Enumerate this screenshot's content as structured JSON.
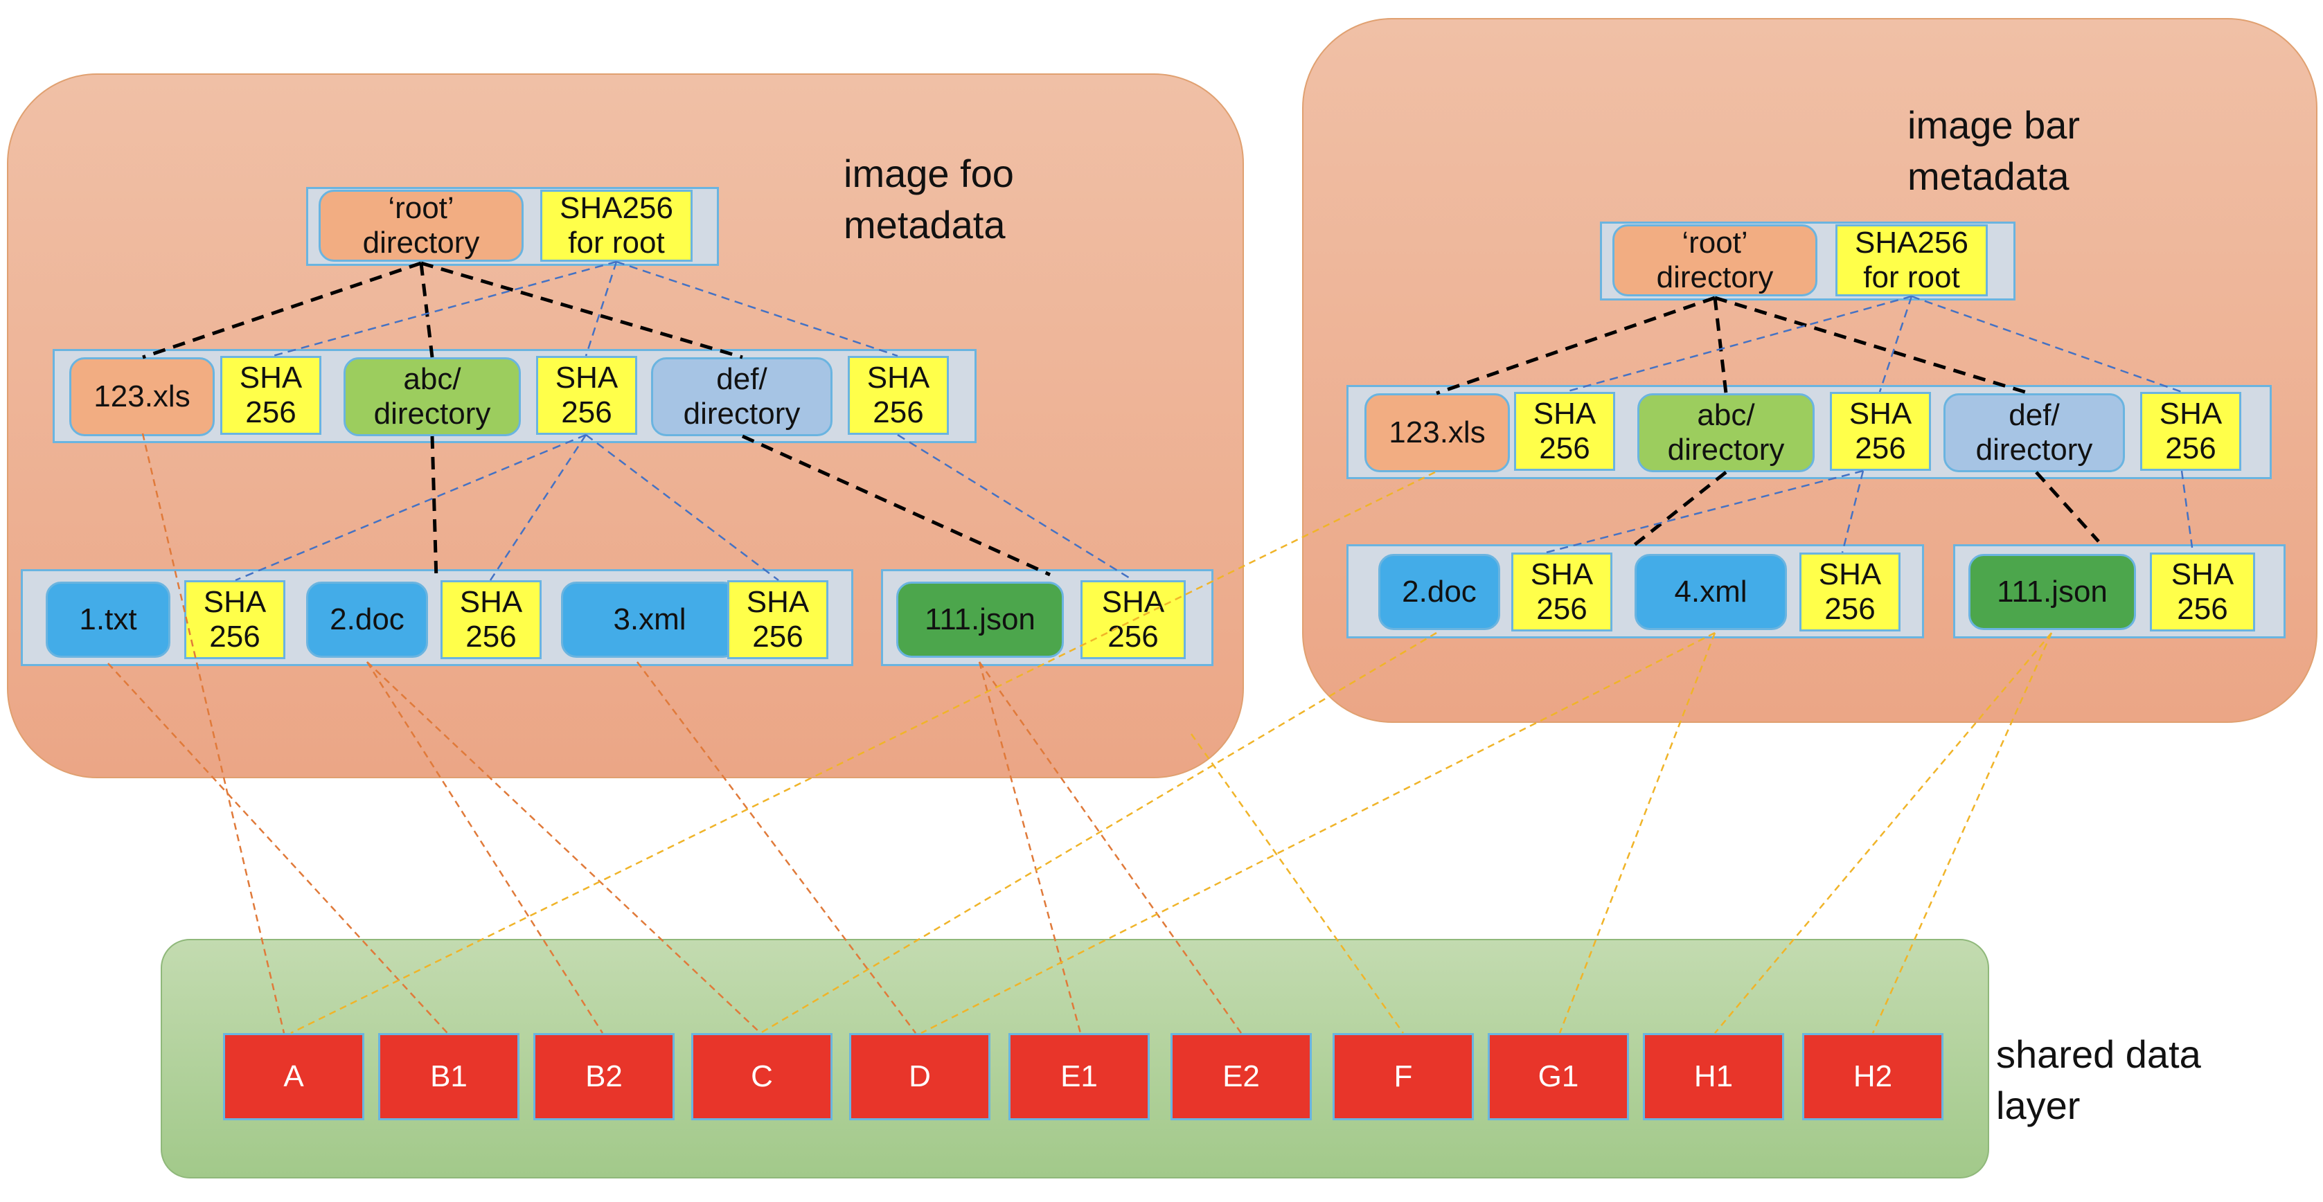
{
  "foo": {
    "title": "image foo\nmetadata",
    "root": {
      "label": "‘root’\ndirectory",
      "hash": "SHA256\nfor root"
    },
    "level1": [
      {
        "label": "123.xls",
        "hash": "SHA\n256"
      },
      {
        "label": "abc/\ndirectory",
        "hash": "SHA\n256"
      },
      {
        "label": "def/\ndirectory",
        "hash": "SHA\n256"
      }
    ],
    "level2a": [
      {
        "label": "1.txt",
        "hash": "SHA\n256"
      },
      {
        "label": "2.doc",
        "hash": "SHA\n256"
      },
      {
        "label": "3.xml",
        "hash": "SHA\n256"
      }
    ],
    "level2b": [
      {
        "label": "111.json",
        "hash": "SHA\n256"
      }
    ]
  },
  "bar": {
    "title": "image bar\nmetadata",
    "root": {
      "label": "‘root’\ndirectory",
      "hash": "SHA256\nfor root"
    },
    "level1": [
      {
        "label": "123.xls",
        "hash": "SHA\n256"
      },
      {
        "label": "abc/\ndirectory",
        "hash": "SHA\n256"
      },
      {
        "label": "def/\ndirectory",
        "hash": "SHA\n256"
      }
    ],
    "level2a": [
      {
        "label": "2.doc",
        "hash": "SHA\n256"
      },
      {
        "label": "4.xml",
        "hash": "SHA\n256"
      }
    ],
    "level2b": [
      {
        "label": "111.json",
        "hash": "SHA\n256"
      }
    ]
  },
  "shared": {
    "label": "shared data\nlayer",
    "chunks": [
      "A",
      "B1",
      "B2",
      "C",
      "D",
      "E1",
      "E2",
      "F",
      "G1",
      "H1",
      "H2"
    ]
  },
  "colors": {
    "tree_edge": "#000000",
    "hash_edge": "#4472c4",
    "foo_chunk_edge": "#e07a3a",
    "bar_chunk_edge": "#f0b429",
    "chunk_fill": "#e8352a"
  }
}
